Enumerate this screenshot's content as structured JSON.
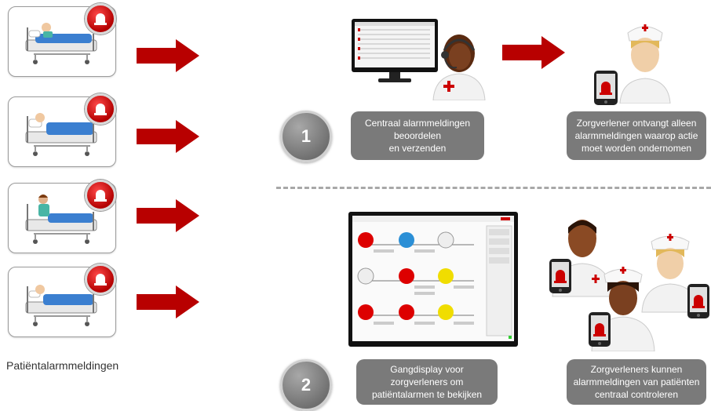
{
  "caption": "Patiëntalarmmeldingen",
  "step1": {
    "number": "1",
    "box_left": [
      "Centraal alarmmeldingen",
      "beoordelen",
      "en verzenden"
    ],
    "box_right": [
      "Zorgverlener ontvangt alleen",
      "alarmmeldingen waarop actie",
      "moet worden ondernomen"
    ]
  },
  "step2": {
    "number": "2",
    "box_left": [
      "Gangdisplay voor",
      "zorgverleners om",
      "patiëntalarmen te bekijken"
    ],
    "box_right": [
      "Zorgverleners kunnen",
      "alarmmeldingen van patiënten",
      "centraal controleren"
    ]
  },
  "colors": {
    "alarm_red": "#c40000",
    "arrow_red": "#b80000",
    "box_gray": "#7a7a7a"
  },
  "icons": [
    "patient-bed-icon",
    "alarm-light-icon",
    "arrow-right-icon",
    "monitor-icon",
    "nurse-icon",
    "phone-alarm-icon",
    "corridor-display-icon"
  ]
}
